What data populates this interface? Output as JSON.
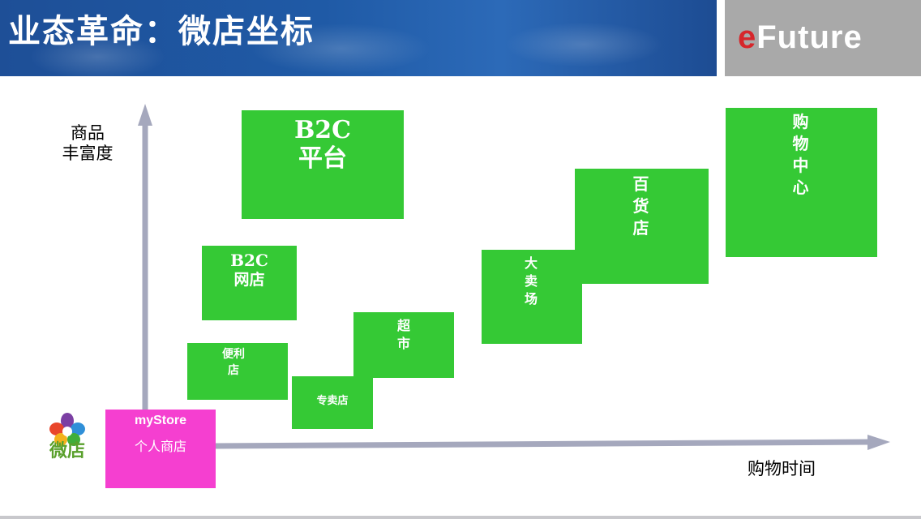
{
  "header": {
    "title": "业态革命：微店坐标",
    "logo": {
      "prefix": "e",
      "rest": "Future"
    }
  },
  "axes": {
    "y_label": "商品\n丰富度",
    "x_label": "购物时间"
  },
  "icon": {
    "label": "微店"
  },
  "boxes": {
    "b2c_platform": {
      "line1": "B2C",
      "line2": "平台"
    },
    "b2c_store": {
      "line1": "B2C",
      "line2": "网店"
    },
    "convenience": {
      "label": "便利\n店"
    },
    "supermarket": {
      "label": "超\n市"
    },
    "specialty": {
      "label": "专卖店"
    },
    "hypermarket": {
      "label": "大\n卖\n场"
    },
    "department": {
      "label": "百\n货\n店"
    },
    "mall": {
      "label": "购\n物\n中\n心"
    },
    "mystore": {
      "line1": "myStore",
      "line2": "个人商店"
    }
  },
  "colors": {
    "box_green": "#35c935",
    "mystore_pink": "#f53fd0",
    "axis_gray": "#a5a8bd",
    "header_blue": "#1f5aa6",
    "logo_gray": "#a9a9a9",
    "logo_red": "#d6262b"
  }
}
